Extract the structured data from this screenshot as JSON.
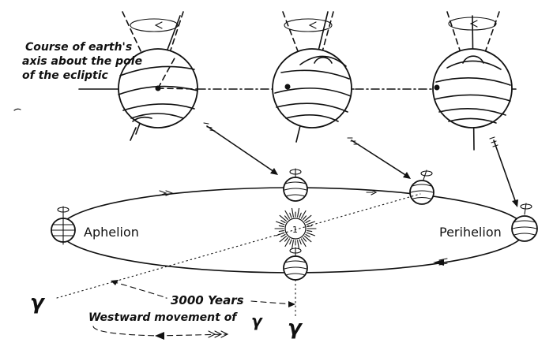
{
  "labels": {
    "axis_course_1": "Course of earth's",
    "axis_course_2": "axis about the pole",
    "axis_course_3": "of the ecliptic",
    "aphelion": "Aphelion",
    "perihelion": "Perihelion",
    "years": "3000 Years",
    "westward": "Westward movement of",
    "aries_symbol": "γ",
    "sun_mark": "1"
  },
  "colors": {
    "ink": "#111111",
    "paper": "#ffffff"
  }
}
